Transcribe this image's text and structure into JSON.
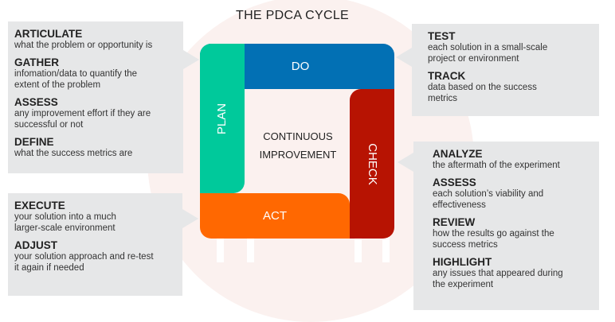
{
  "title": "THE PDCA CYCLE",
  "center": {
    "line1": "CONTINUOUS",
    "line2": "IMPROVEMENT"
  },
  "segments": {
    "plan": "PLAN",
    "do": "DO",
    "check": "CHECK",
    "act": "ACT"
  },
  "colors": {
    "plan": "#00c99b",
    "do": "#0270b4",
    "check": "#b71302",
    "act": "#ff6801",
    "panel": "#e6e7e8"
  },
  "plan_box": [
    {
      "h": "ARTICULATE",
      "d": "what the problem or opportunity is"
    },
    {
      "h": "GATHER",
      "d": "infomation/data to quantify the\n extent of the problem"
    },
    {
      "h": "ASSESS",
      "d": "any improvement effort if they are\nsuccessful or not"
    },
    {
      "h": "DEFINE",
      "d": "what the success metrics are"
    }
  ],
  "act_box": [
    {
      "h": "EXECUTE",
      "d": "your solution into a much\nlarger-scale environment"
    },
    {
      "h": "ADJUST",
      "d": "your solution approach and re-test\n it again if needed"
    }
  ],
  "do_box": [
    {
      "h": "TEST",
      "d": "each solution in a small-scale\nproject or environment"
    },
    {
      "h": "TRACK",
      "d": "data based on the  success\n metrics"
    }
  ],
  "check_box": [
    {
      "h": "ANALYZE",
      "d": "the aftermath of the experiment"
    },
    {
      "h": "ASSESS",
      "d": "each solution’s viability and\neffectiveness"
    },
    {
      "h": "REVIEW",
      "d": "how the results go against the\nsuccess metrics"
    },
    {
      "h": "HIGHLIGHT",
      "d": "any issues that appeared during\nthe experiment"
    }
  ]
}
